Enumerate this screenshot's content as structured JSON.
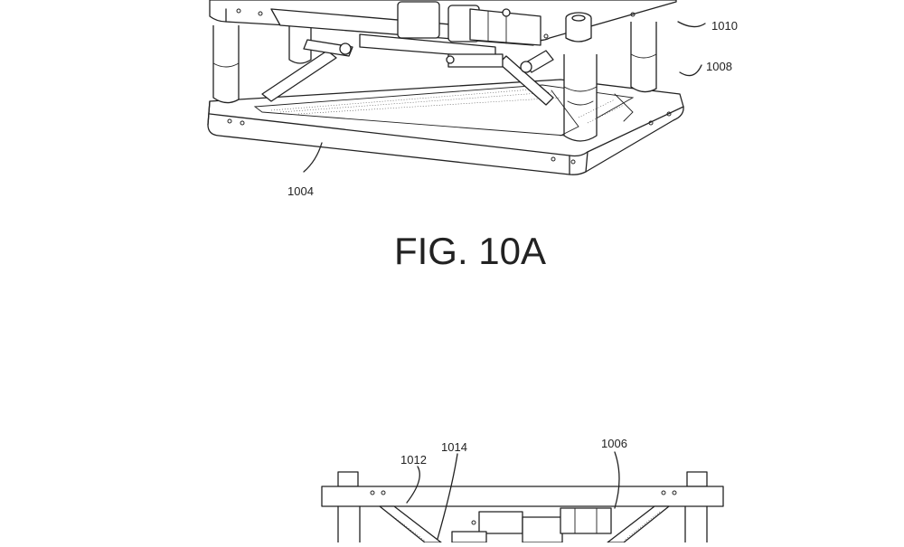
{
  "figure_caption": "FIG. 10A",
  "reference_labels": {
    "r1010": "1010",
    "r1008": "1008",
    "r1004": "1004",
    "r1006": "1006",
    "r1012": "1012",
    "r1014": "1014"
  }
}
